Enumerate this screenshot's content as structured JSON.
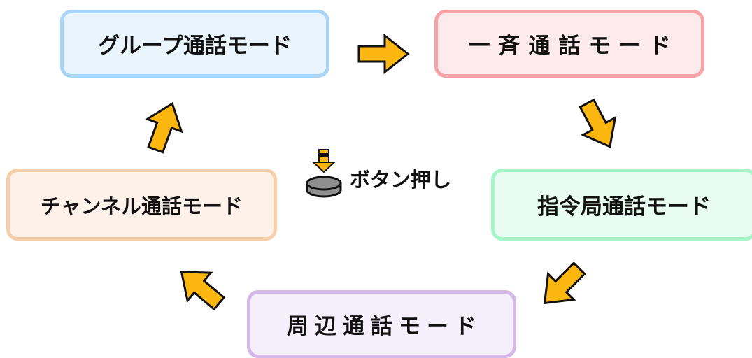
{
  "modes": {
    "group": "グループ通話モード",
    "broadcast": "一斉通話モード",
    "dispatch": "指令局通話モード",
    "peripheral": "周辺通話モード",
    "channel": "チャンネル通話モード"
  },
  "button_press_label": "ボタン押し",
  "colors": {
    "group": {
      "border": "#a9d4f5",
      "fill": "#eaf4fd"
    },
    "broadcast": {
      "border": "#f6a3a8",
      "fill": "#fdeaec"
    },
    "dispatch": {
      "border": "#a5f5c9",
      "fill": "#e9fcf1"
    },
    "peripheral": {
      "border": "#d3b8e8",
      "fill": "#f5eefb"
    },
    "channel": {
      "border": "#f6cfa9",
      "fill": "#fdf1ea"
    },
    "arrow_fill": "#fbb710",
    "arrow_stroke": "#111111",
    "button_gray": "#8f8f8f"
  },
  "icons": {
    "flow_arrow": "arrow-icon",
    "press": "button-press-icon"
  }
}
